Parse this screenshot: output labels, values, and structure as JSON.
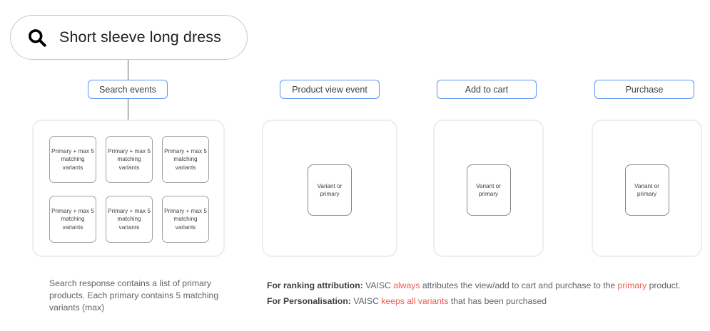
{
  "search": {
    "icon": "search-icon",
    "query": "Short sleeve long dress"
  },
  "chips": {
    "search_events": "Search events",
    "product_view": "Product view event",
    "add_to_cart": "Add to cart",
    "purchase": "Purchase"
  },
  "primary_grid": {
    "card_text": "Primary + max 5 matching variants",
    "cards": [
      "Primary + max 5 matching variants",
      "Primary + max 5 matching variants",
      "Primary + max 5 matching variants",
      "Primary + max 5 matching variants",
      "Primary + max 5 matching variants",
      "Primary + max 5 matching variants"
    ]
  },
  "variant_cards": {
    "product_view": "Variant or primary",
    "add_to_cart": "Variant or primary",
    "purchase": "Variant or primary"
  },
  "captions": {
    "left": "Search response contains a list of primary products. Each primary contains 5 matching variants (max)",
    "right": {
      "line1": {
        "label": "For ranking attribution:",
        "seg1": " VAISC ",
        "highlight1": "always",
        "seg2": " attributes the view/add to cart and purchase to the ",
        "highlight2": "primary",
        "seg3": " product."
      },
      "line2": {
        "label": "For Personalisation:",
        "seg1": " VAISC ",
        "highlight1": "keeps all variants",
        "seg2": " that has been purchased"
      }
    }
  },
  "colors": {
    "chip_border_blue": "#5b95f5",
    "panel_border_gray": "#eceef0",
    "card_border_gray": "#9aa0a6",
    "highlight_red": "#ee5b4d",
    "text_gray": "#5f6368",
    "connector_gray": "#5f6368"
  }
}
